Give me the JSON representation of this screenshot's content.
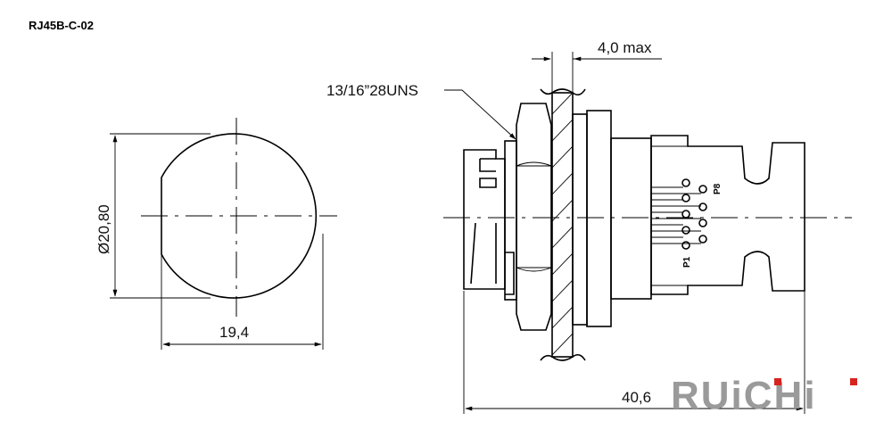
{
  "drawing": {
    "part_number": "RJ45B-C-02",
    "thread_label": "13/16”28UNS",
    "panel_thickness_label": "4,0 max",
    "diameter_label": "Ø20,80",
    "width_label": "19,4",
    "length_label": "40,6",
    "pin_first_label": "P1",
    "pin_last_label": "P8"
  },
  "brand": {
    "logo_text": "RUiCHi",
    "logo_color": "#9a9a9a",
    "accent_color": "#d7231e"
  }
}
